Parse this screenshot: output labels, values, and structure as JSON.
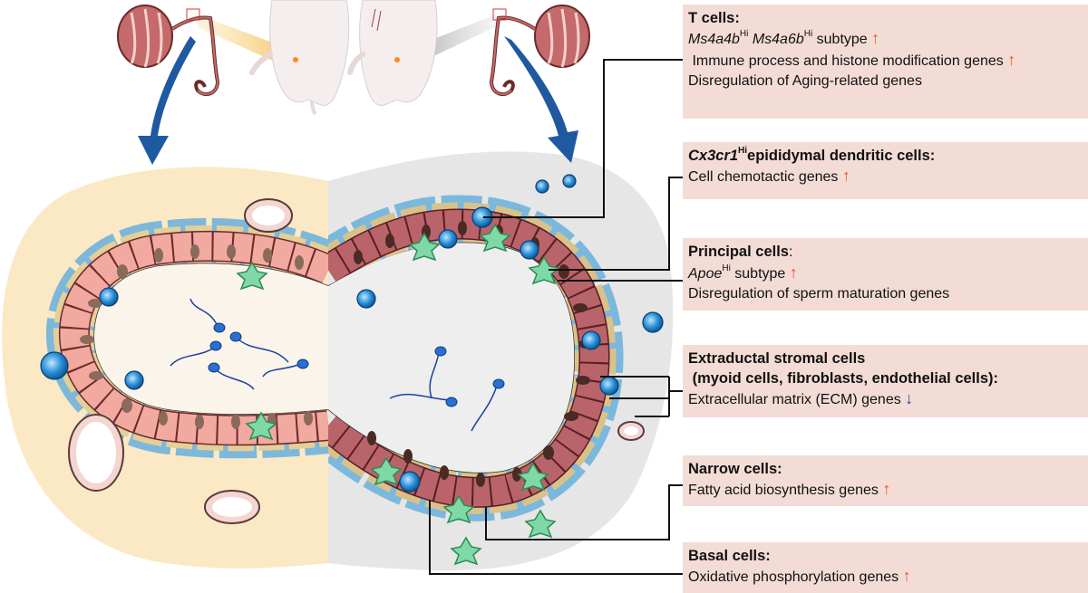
{
  "colors": {
    "panel_bg": "#f3dcd6",
    "arrow_up": "#e8561f",
    "arrow_down": "#1c3fa0",
    "young_bg": "#fbe9c5",
    "aged_bg": "#e6e6e6",
    "principal_cell": "#f1a9a0",
    "aged_principal_cell": "#b9646a",
    "dendritic_cell": "#7fd9a6",
    "t_cell": "#2a8fd6",
    "stromal_blue": "#6fb3dc",
    "myoid_tan": "#e4cf98",
    "big_arrow": "#1f5aa0"
  },
  "icons": {
    "up": "up-arrow-icon",
    "down": "down-arrow-icon"
  },
  "panels": {
    "t_cells": {
      "title": "T cells:",
      "gene1": "Ms4a4b",
      "sup": "Hi",
      "gene2": "Ms4a6b",
      "subtype": "subtype",
      "line2": "Immune process and histone modification genes",
      "line3": "Disregulation of Aging-related genes"
    },
    "dendritic": {
      "title_gene": "Cx3cr1",
      "sup": "Hi",
      "title_rest": "epididymal dendritic cells:",
      "line1": "Cell chemotactic genes"
    },
    "principal": {
      "title": "Principal cells",
      "colon": ":",
      "gene": "Apoe",
      "sup": "Hi",
      "subtype": "subtype",
      "line2": "Disregulation of sperm maturation genes"
    },
    "stromal": {
      "title1": "Extraductal stromal cells",
      "title2": "(myoid cells, fibroblasts, endothelial cells):",
      "line1": "Extracellular matrix (ECM) genes"
    },
    "narrow": {
      "title": "Narrow cells:",
      "line1": "Fatty acid biosynthesis genes"
    },
    "basal": {
      "title": "Basal cells:",
      "line1": "Oxidative phosphorylation genes"
    }
  }
}
